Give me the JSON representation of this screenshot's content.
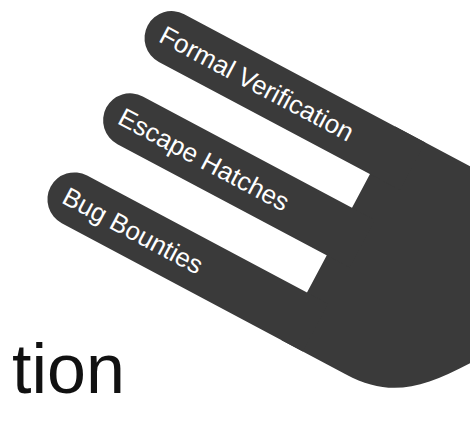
{
  "diagram": {
    "nodes": [
      {
        "text": [
          "Formal Verification"
        ]
      },
      {
        "text": [
          "Escape Hatches"
        ]
      },
      {
        "text": [
          "Bug Bounties"
        ]
      }
    ],
    "labels": [
      "tion"
    ]
  }
}
